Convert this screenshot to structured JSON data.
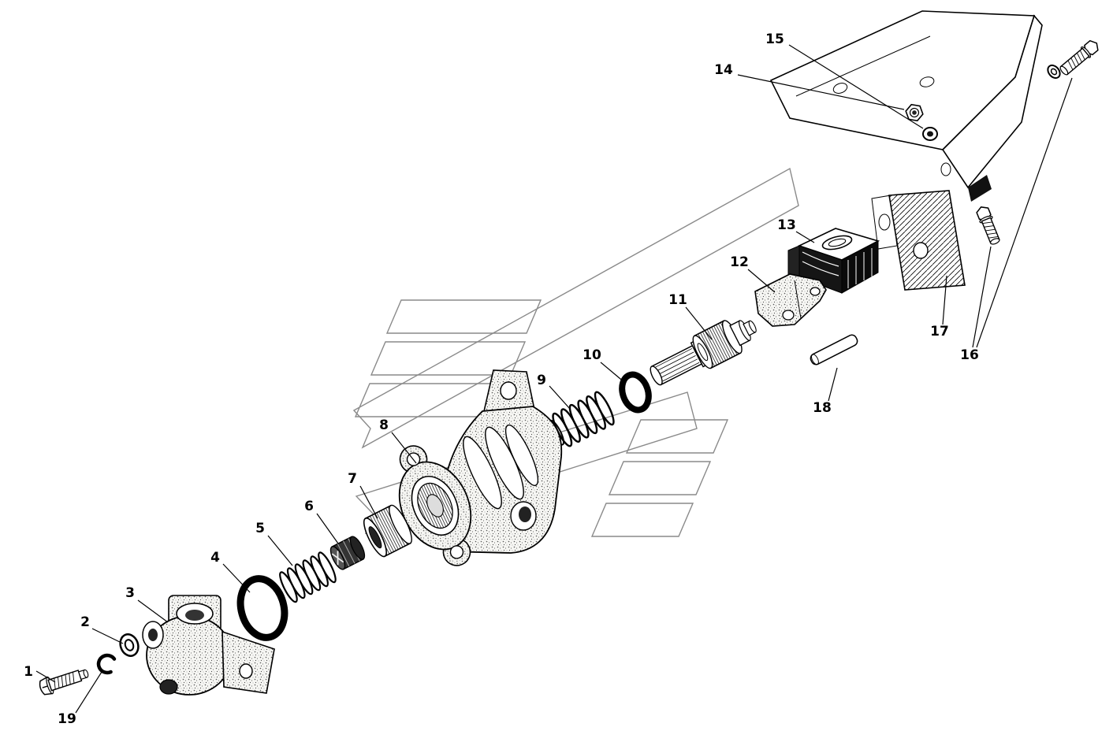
{
  "diagram": {
    "background": "#ffffff",
    "line_color": "#000000",
    "ribbon_color": "#8a8a8a",
    "labels": [
      "1",
      "2",
      "3",
      "4",
      "5",
      "6",
      "7",
      "8",
      "9",
      "10",
      "11",
      "12",
      "13",
      "14",
      "15",
      "16",
      "17",
      "18",
      "19"
    ]
  }
}
